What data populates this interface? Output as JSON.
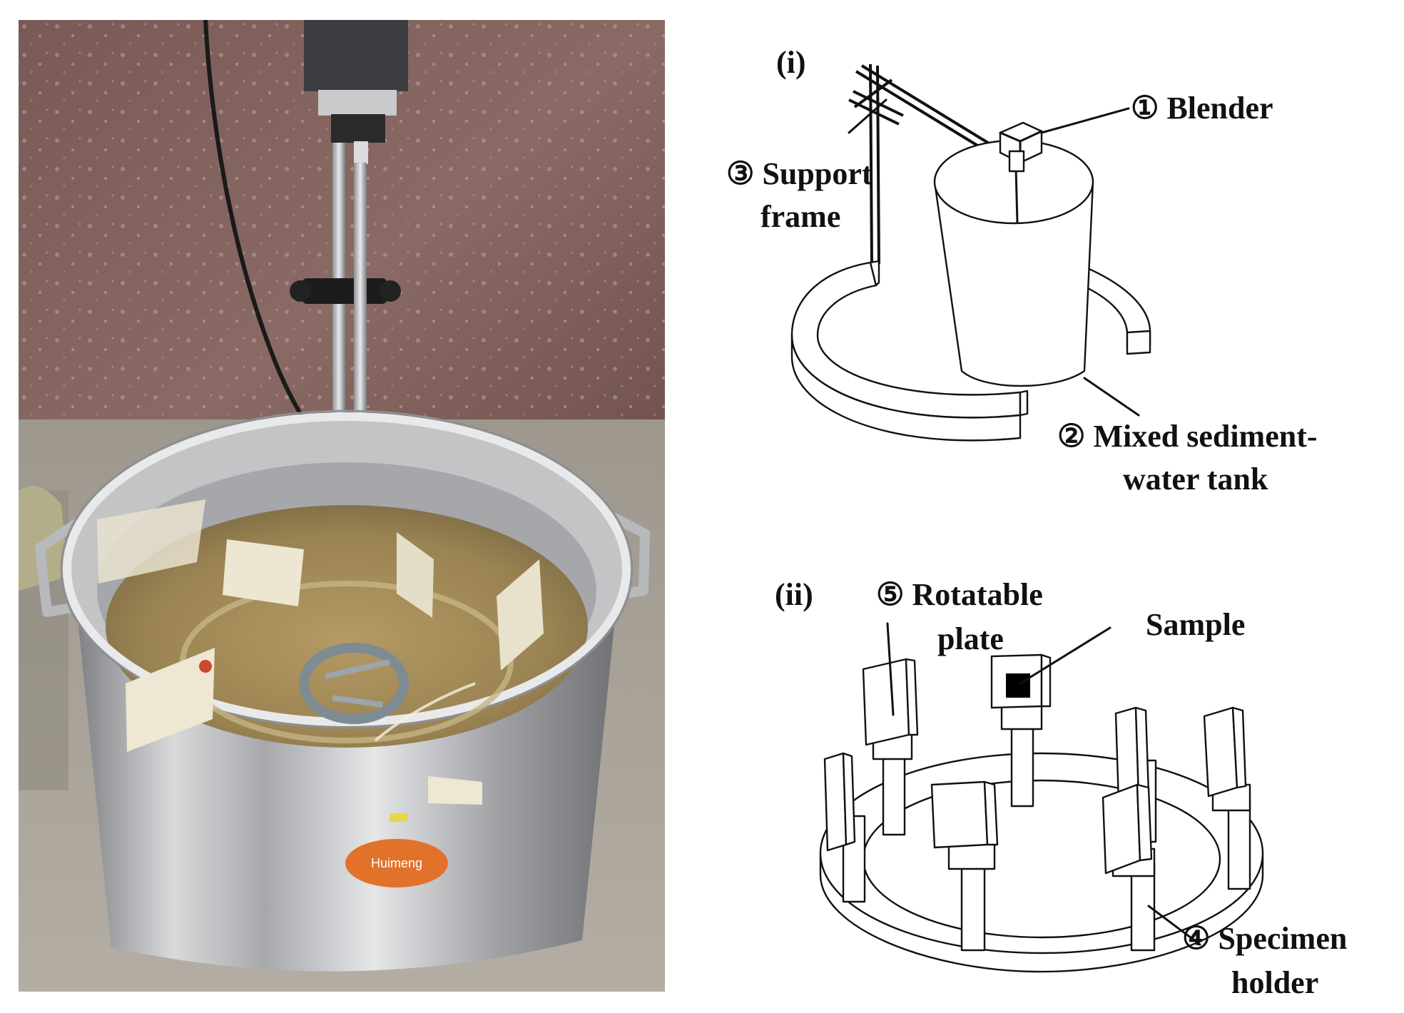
{
  "panel_i": {
    "label": "(i)",
    "blender": "① Blender",
    "support_frame_1": "③ Support",
    "support_frame_2": "frame",
    "tank_1": "② Mixed sediment-",
    "tank_2": "water tank"
  },
  "panel_ii": {
    "label": "(ii)",
    "rotatable_1": "⑤ Rotatable",
    "rotatable_2": "plate",
    "sample": "Sample",
    "holder_1": "④ Specimen",
    "holder_2": "holder"
  },
  "photo": {
    "sticker_text": "Huimeng"
  }
}
